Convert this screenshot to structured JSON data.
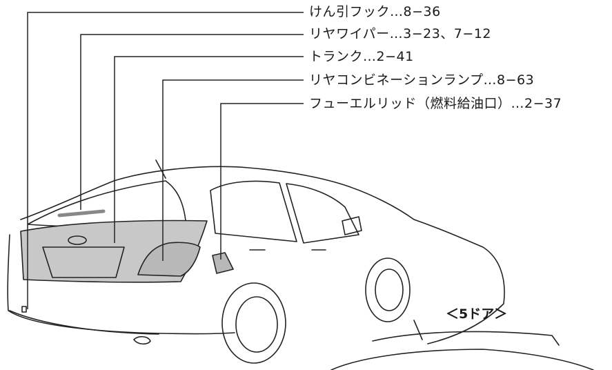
{
  "callouts": [
    {
      "label": "けん引フック…8−36"
    },
    {
      "label": "リヤワイパー…3−23、7−12"
    },
    {
      "label": "トランク…2−41"
    },
    {
      "label": "リヤコンビネーションランプ…8−63"
    },
    {
      "label": "フューエルリッド（燃料給油口）…2−37"
    }
  ],
  "variant_label": "＜5ドア＞"
}
